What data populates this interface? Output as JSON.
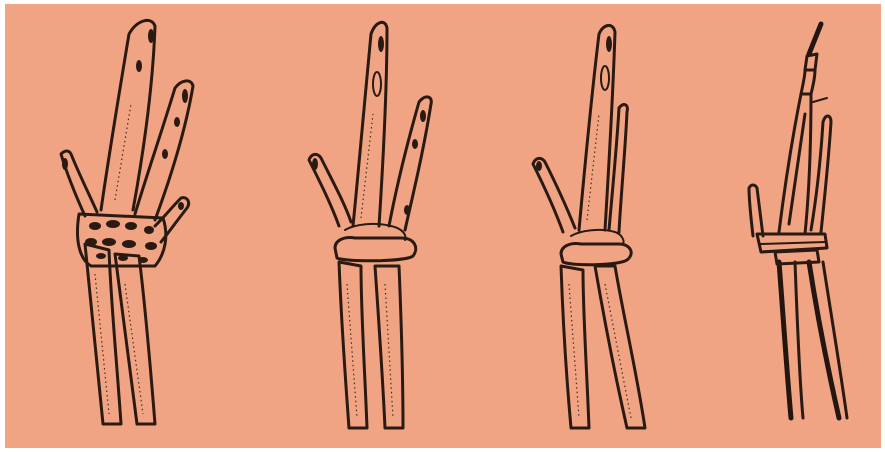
{
  "figure": {
    "background_color": "#f0a484",
    "line_color": "#2b1a12",
    "panels": [
      {
        "id": "forelimb-1",
        "icon": "forelimb-skeleton-five-digit-icon"
      },
      {
        "id": "forelimb-2",
        "icon": "forelimb-skeleton-three-digit-icon"
      },
      {
        "id": "forelimb-3",
        "icon": "forelimb-skeleton-fused-digit-icon"
      },
      {
        "id": "forelimb-4",
        "icon": "forelimb-skeleton-single-digit-icon"
      }
    ]
  }
}
